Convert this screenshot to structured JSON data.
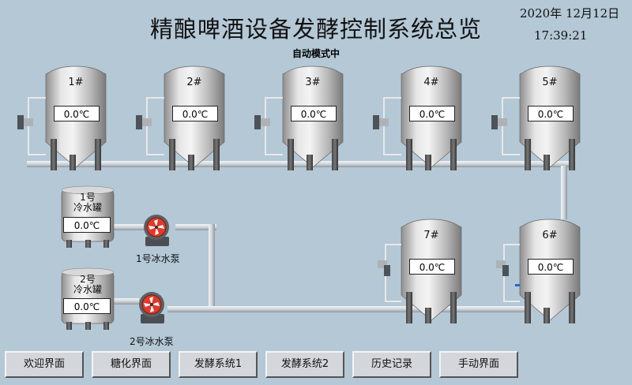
{
  "header": {
    "title": "精酿啤酒设备发酵控制系统总览",
    "date": "2020年 12月12日",
    "time": "17:39:21",
    "mode": "自动模式中"
  },
  "fermenters": [
    {
      "label": "1#",
      "temp": "0.0℃"
    },
    {
      "label": "2#",
      "temp": "0.0℃"
    },
    {
      "label": "3#",
      "temp": "0.0℃"
    },
    {
      "label": "4#",
      "temp": "0.0℃"
    },
    {
      "label": "5#",
      "temp": "0.0℃"
    },
    {
      "label": "6#",
      "temp": "0.0℃"
    },
    {
      "label": "7#",
      "temp": "0.0℃"
    }
  ],
  "cold_tanks": [
    {
      "label_line1": "1号",
      "label_line2": "冷水罐",
      "temp": "0.0℃"
    },
    {
      "label_line1": "2号",
      "label_line2": "冷水罐",
      "temp": "0.0℃"
    }
  ],
  "pumps": [
    {
      "label": "1号冰水泵"
    },
    {
      "label": "2号冰水泵"
    }
  ],
  "nav": [
    "欢迎界面",
    "糖化界面",
    "发酵系统1",
    "发酵系统2",
    "历史记录",
    "手动界面"
  ],
  "colors": {
    "background": "#b4c8d6",
    "tank_steel": "#c8c8c8",
    "pipe": "#d8dde2",
    "pump_fan": "#e23a2a"
  }
}
